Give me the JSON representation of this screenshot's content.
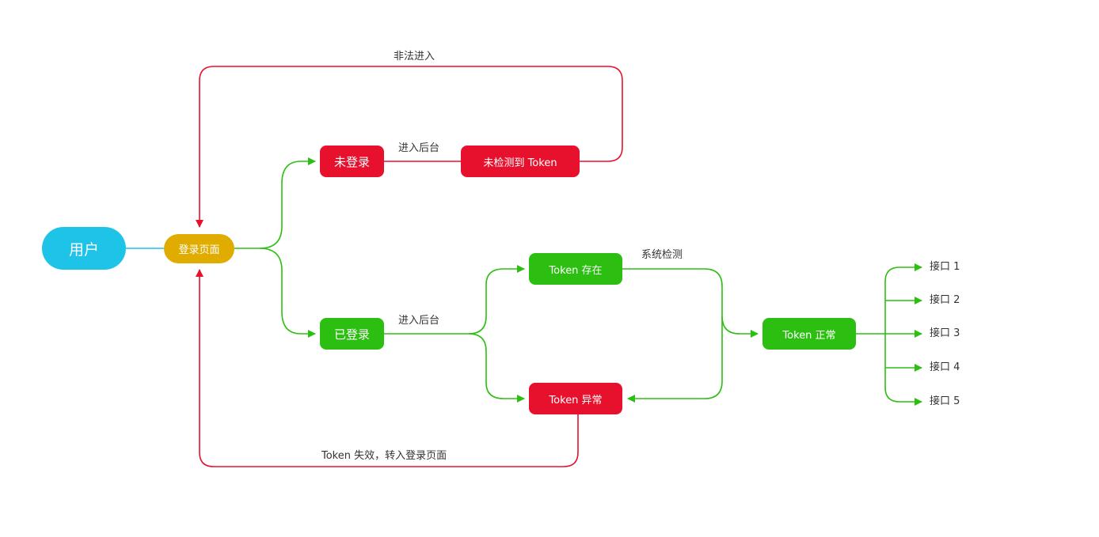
{
  "colors": {
    "user": "#1ec3e8",
    "login_page": "#e0ac00",
    "red": "#e8112d",
    "green": "#2cbf12",
    "connector_cyan": "#1ec3e8"
  },
  "nodes": {
    "user": "用户",
    "login_page": "登录页面",
    "not_logged_in": "未登录",
    "logged_in": "已登录",
    "token_not_found": "未检测到 Token",
    "token_exists": "Token 存在",
    "token_abnormal": "Token 异常",
    "token_normal": "Token 正常",
    "interfaces": [
      "接口 1",
      "接口 2",
      "接口 3",
      "接口 4",
      "接口 5"
    ]
  },
  "edge_labels": {
    "illegal_entry": "非法进入",
    "enter_backend_top": "进入后台",
    "enter_backend_bottom": "进入后台",
    "system_check": "系统检测",
    "token_expired": "Token 失效，转入登录页面"
  }
}
